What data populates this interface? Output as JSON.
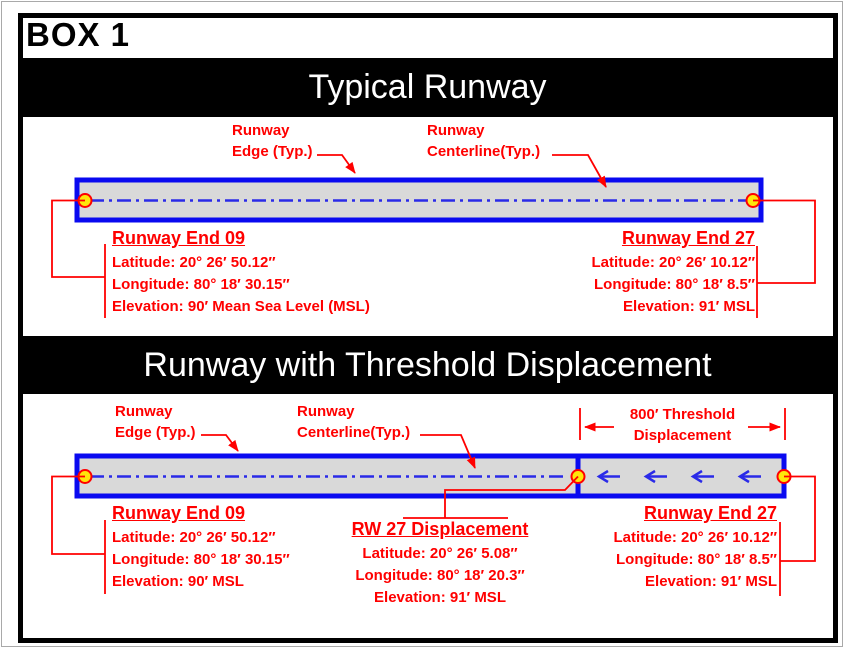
{
  "box_label": "BOX 1",
  "colors": {
    "annotation_red": "#FF0000",
    "runway_border_blue": "#0A0AF0",
    "runway_fill_gray": "#D9D9D9",
    "centerline_blue": "#2A2AE8",
    "endpoint_marker_yellow": "#FFE60A",
    "section_bar_black": "#000000",
    "section_bar_text": "#FFFFFF"
  },
  "sections": [
    {
      "title": "Typical Runway",
      "edge_label": [
        "Runway",
        "Edge (Typ.)"
      ],
      "centerline_label": [
        "Runway",
        "Centerline(Typ.)"
      ],
      "end09": {
        "heading": "Runway End 09",
        "latitude": "Latitude: 20° 26′ 50.12″",
        "longitude": "Longitude: 80° 18′ 30.15″",
        "elevation": "Elevation: 90′ Mean Sea Level (MSL)"
      },
      "end27": {
        "heading": "Runway End 27",
        "latitude": "Latitude: 20° 26′ 10.12″",
        "longitude": "Longitude: 80° 18′ 8.5″",
        "elevation": "Elevation: 91′ MSL"
      }
    },
    {
      "title": "Runway with Threshold Displacement",
      "edge_label": [
        "Runway",
        "Edge (Typ.)"
      ],
      "centerline_label": [
        "Runway",
        "Centerline(Typ.)"
      ],
      "dimension_label": [
        "800′ Threshold",
        "Displacement"
      ],
      "end09": {
        "heading": "Runway End 09",
        "latitude": "Latitude: 20° 26′ 50.12″",
        "longitude": "Longitude: 80° 18′ 30.15″",
        "elevation": "Elevation: 90′ MSL"
      },
      "displacement": {
        "heading": "RW 27 Displacement",
        "latitude": "Latitude: 20° 26′ 5.08″",
        "longitude": "Longitude: 80° 18′ 20.3″",
        "elevation": "Elevation: 91′ MSL"
      },
      "end27": {
        "heading": "Runway End 27",
        "latitude": "Latitude: 20° 26′ 10.12″",
        "longitude": "Longitude: 80° 18′ 8.5″",
        "elevation": "Elevation: 91′ MSL"
      }
    }
  ]
}
